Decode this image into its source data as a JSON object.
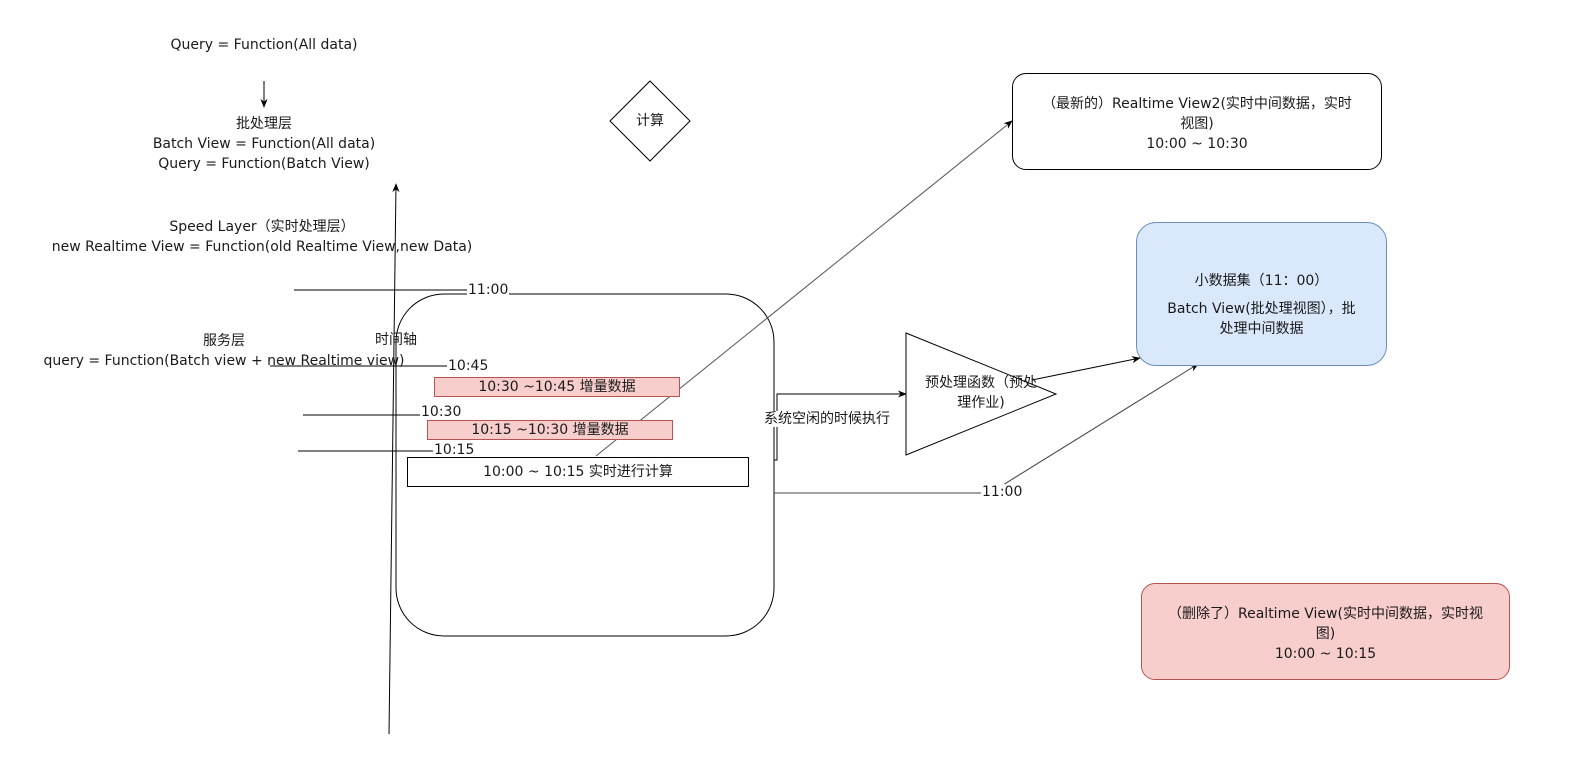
{
  "diagram": {
    "text_blocks": {
      "query_all": "Query = Function(All data)",
      "batch_layer": [
        "批处理层",
        "Batch View = Function(All data)",
        "Query = Function(Batch View)"
      ],
      "speed_layer": [
        "Speed Layer（实时处理层）",
        "new Realtime View = Function(old Realtime View,new Data)"
      ],
      "serving_layer": [
        "服务层",
        "query = Function(Batch view + new Realtime view)"
      ],
      "timeline": "时间轴",
      "idle_exec": "系统空闲的时候执行"
    },
    "nodes": {
      "compute_diamond": "计算",
      "latest_view": [
        "（最新的）Realtime View2(实时中间数据，实时",
        "视图)",
        "10:00 ~ 10:30"
      ],
      "small_dataset": [
        "小数据集（11：00）",
        "Batch View(批处理视图），批",
        "处理中间数据"
      ],
      "preprocess": [
        "预处理函数（预处",
        "理作业)"
      ],
      "deleted_view": [
        "（删除了）Realtime View(实时中间数据，实时视",
        "图)",
        "10:00 ~ 10:15"
      ],
      "incr_1": "10:30 ~10:45 增量数据",
      "incr_2": "10:15 ~10:30 增量数据",
      "realtime_calc": "10:00 ~ 10:15 实时进行计算"
    },
    "time_marks": {
      "t1100_top": "11:00",
      "t1045": "10:45",
      "t1030": "10:30",
      "t1015": "10:15",
      "t1100_edge": "11:00"
    },
    "colors": {
      "stroke": "#000000",
      "incr_fill": "#f8cecc",
      "incr_stroke": "#b85450",
      "small_fill": "#dae8fc",
      "small_stroke": "#6c8ebf",
      "deleted_fill": "#f8cecc",
      "deleted_stroke": "#b85450"
    }
  }
}
